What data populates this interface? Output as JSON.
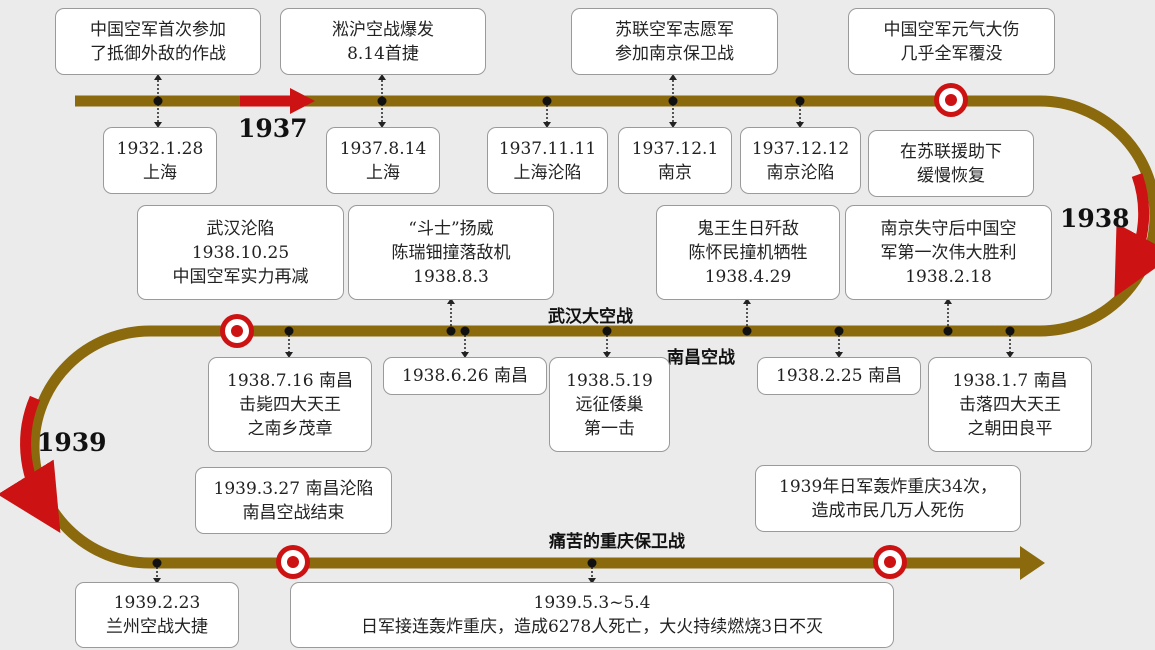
{
  "colors": {
    "track": "#8a6a0c",
    "accent": "#cc1212",
    "box_border": "#9a9a9a"
  },
  "years": {
    "y1937": "1937",
    "y1938": "1938",
    "y1939": "1939"
  },
  "regions": {
    "wuhan": "武汉大空战",
    "nanchang": "南昌空战",
    "chongqing": "痛苦的重庆保卫战"
  },
  "events": {
    "e_1932_top": "中国空军首次参加\n了抵御外敌的作战",
    "e_1932_bottom": "1932.1.28\n上海",
    "e_0814_top": "淞沪空战爆发\n8.14首捷",
    "e_0814_bottom": "1937.8.14\n上海",
    "e_1111_bottom": "1937.11.11\n上海沦陷",
    "e_soviet_top": "苏联空军志愿军\n参加南京保卫战",
    "e_1201_bottom": "1937.12.1\n南京",
    "e_1212_bottom": "1937.12.12\n南京沦陷",
    "e_loss_top": "中国空军元气大伤\n几乎全军覆没",
    "e_recover": "在苏联援助下\n缓慢恢复",
    "e_wuhan_fall": "武汉沦陷\n1938.10.25\n中国空军实力再减",
    "e_0803": "“斗士”扬威\n陈瑞钿撞落敌机\n1938.8.3",
    "e_0429": "鬼王生日歼敌\n陈怀民撞机牺牲\n1938.4.29",
    "e_0218": "南京失守后中国空\n军第一次伟大胜利\n1938.2.18",
    "e_0716": "1938.7.16 南昌\n击毙四大天王\n之南乡茂章",
    "e_0626": "1938.6.26 南昌",
    "e_0519": "1938.5.19\n远征倭巢\n第一击",
    "e_0225": "1938.2.25 南昌",
    "e_0107": "1938.1.7 南昌\n击落四大天王\n之朝田良平",
    "e_0327": "1939.3.27 南昌沦陷\n南昌空战结束",
    "e_cq34": "1939年日军轰炸重庆34次，\n造成市民几万人死伤",
    "e_0223": "1939.2.23\n兰州空战大捷",
    "e_0503": "1939.5.3~5.4\n日军接连轰炸重庆，造成6278人死亡，大火持续燃烧3日不灭"
  }
}
